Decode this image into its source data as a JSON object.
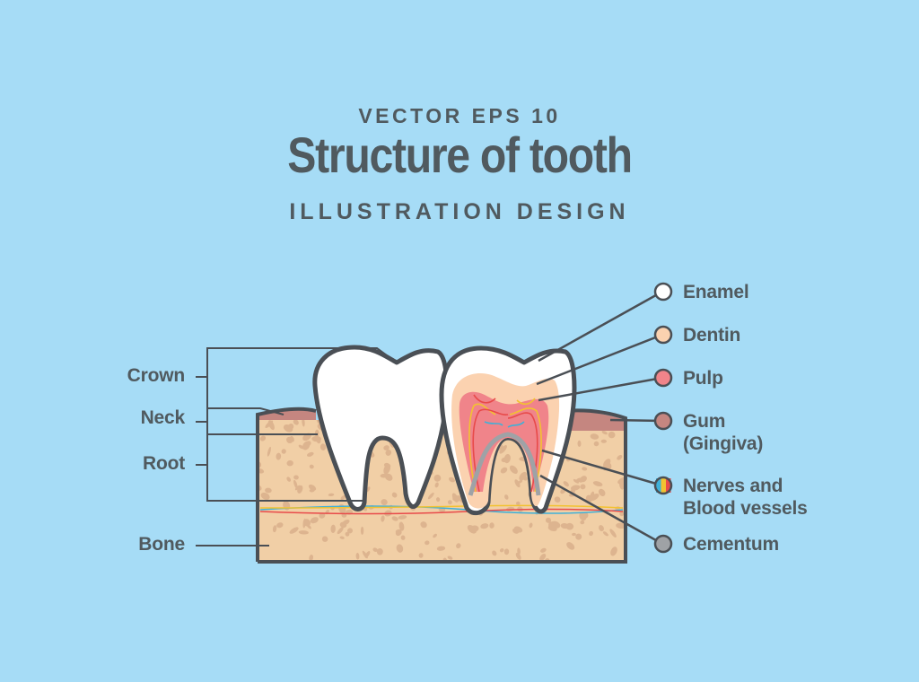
{
  "header": {
    "supertitle": "VECTOR EPS 10",
    "title": "Structure of tooth",
    "subtitle": "ILLUSTRATION DESIGN"
  },
  "left_labels": {
    "crown": "Crown",
    "neck": "Neck",
    "root": "Root",
    "bone": "Bone"
  },
  "right_labels": {
    "enamel": "Enamel",
    "dentin": "Dentin",
    "pulp": "Pulp",
    "gum_line1": "Gum",
    "gum_line2": "(Gingiva)",
    "nerves_line1": "Nerves and",
    "nerves_line2": "Blood vessels",
    "cementum": "Cementum"
  },
  "colors": {
    "background": "#a6dcf6",
    "text": "#505a5f",
    "outline": "#4a4f55",
    "enamel": "#ffffff",
    "dentin": "#fbd2b0",
    "pulp": "#f0848a",
    "gum": "#c58680",
    "bone": "#f1cfa6",
    "bone_spot": "#ddb48f",
    "cementum": "#9fa2a6",
    "nerve": "#f2c231",
    "blood_vessel": "#e84a4a",
    "nerve_blue": "#3fb0d8"
  }
}
